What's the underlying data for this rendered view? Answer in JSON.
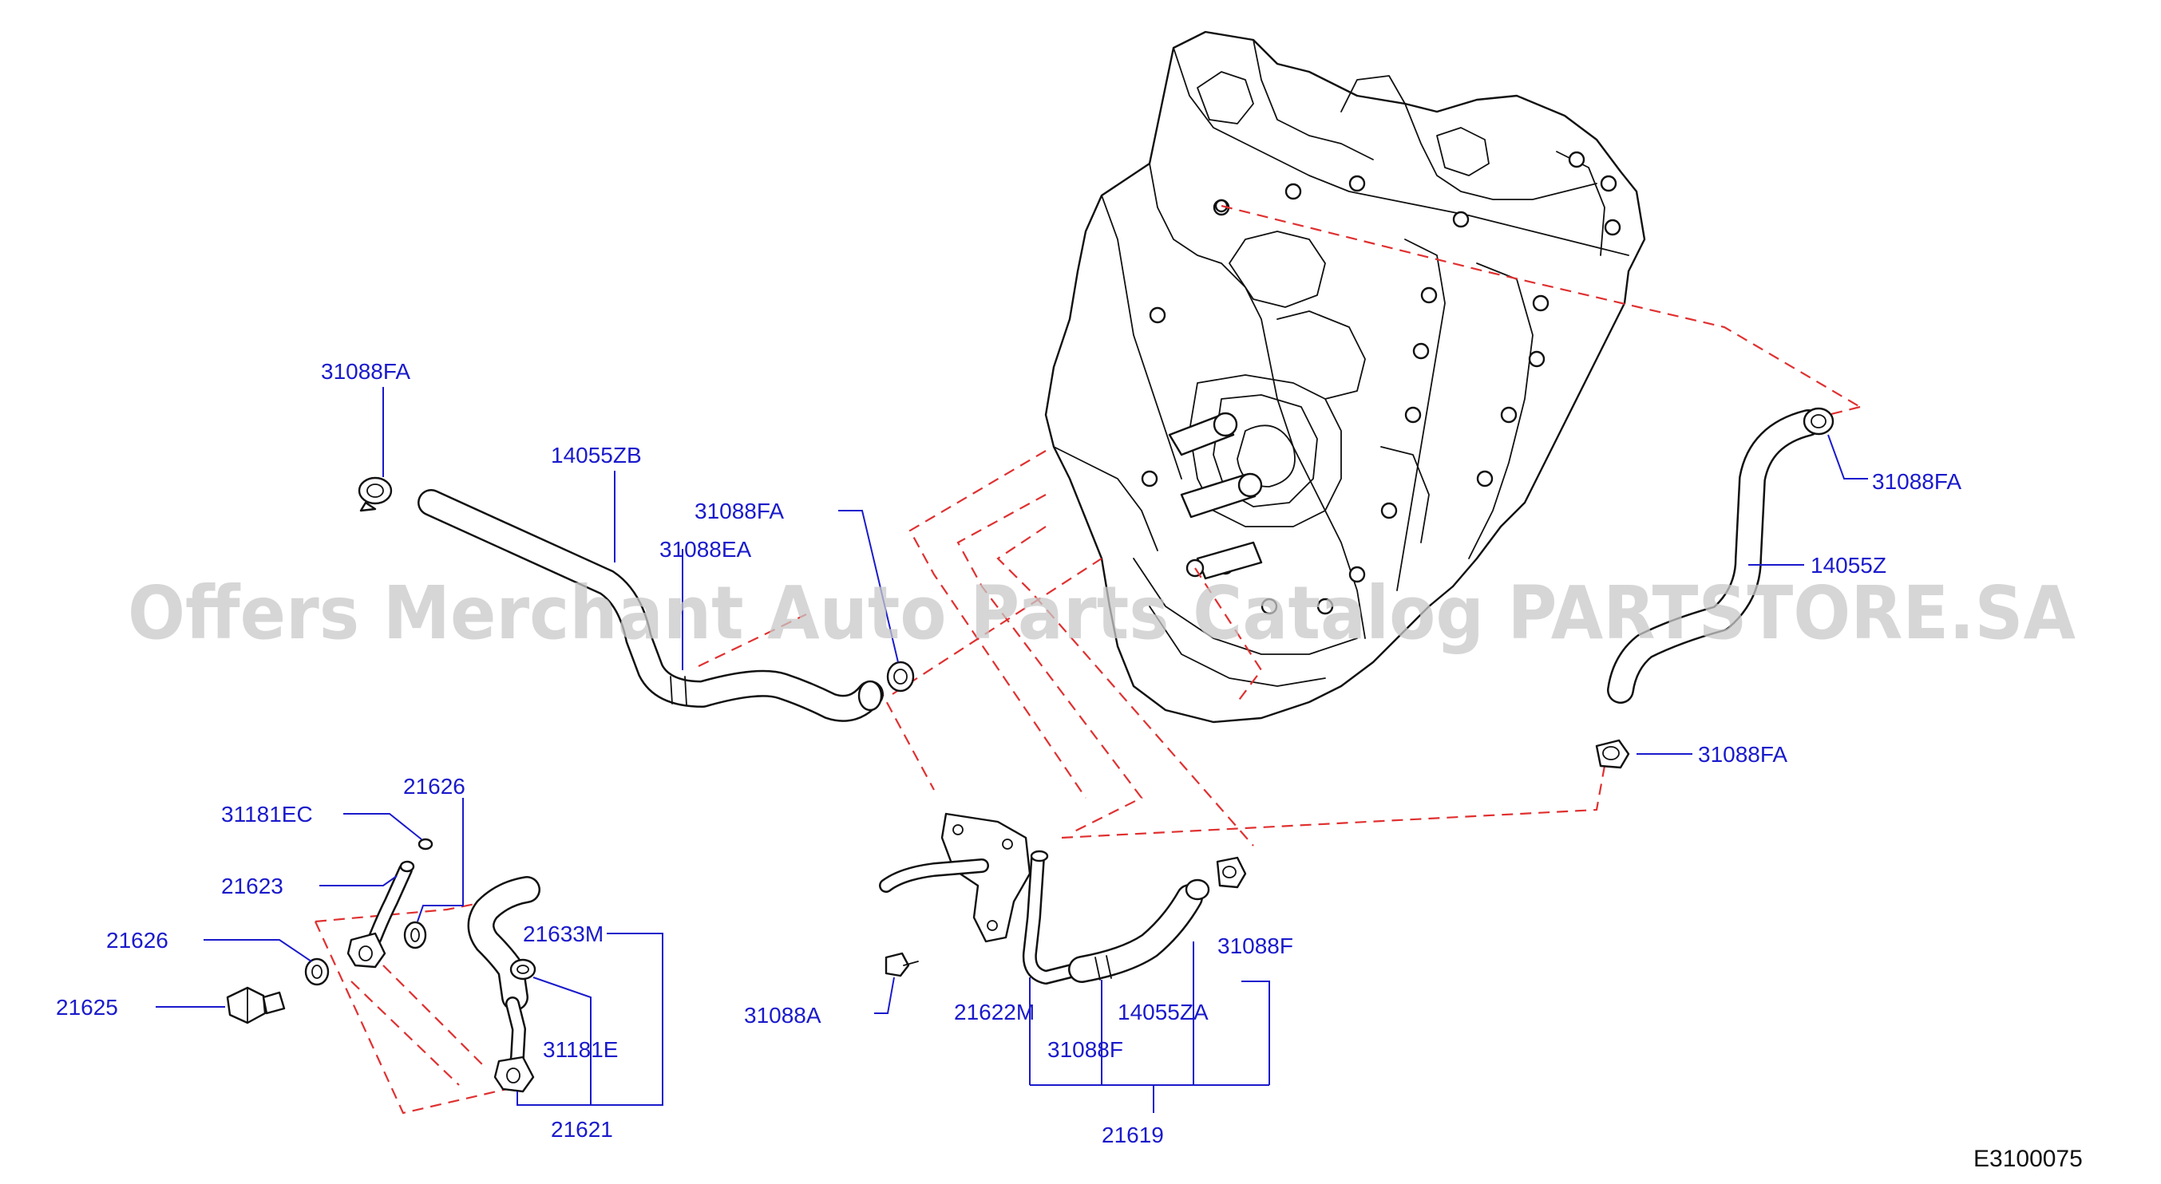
{
  "watermark": "Offers Merchant Auto Parts Catalog PARTSTORE.SA",
  "diagram_code": "E3100075",
  "labels": {
    "clamp_31088FA_top": "31088FA",
    "hose_14055ZB": "14055ZB",
    "clamp_31088FA_mid": "31088FA",
    "clamp_31088EA": "31088EA",
    "clamp_31088FA_right_top": "31088FA",
    "hose_14055Z": "14055Z",
    "clamp_31088FA_right_bottom": "31088FA",
    "part_21626_top": "21626",
    "part_31181EC": "31181EC",
    "part_21623": "21623",
    "part_21626_left": "21626",
    "part_21625": "21625",
    "part_21633M": "21633M",
    "part_31181E": "31181E",
    "part_21621": "21621",
    "part_31088A": "31088A",
    "part_21622M": "21622M",
    "part_31088F_lower": "31088F",
    "part_14055ZA": "14055ZA",
    "part_31088F_right": "31088F",
    "part_21619": "21619"
  },
  "colors": {
    "label_blue": "#1a1acc",
    "leader_red": "#e03030",
    "line_black": "#111111",
    "watermark_gray": "#c9c9c9"
  }
}
